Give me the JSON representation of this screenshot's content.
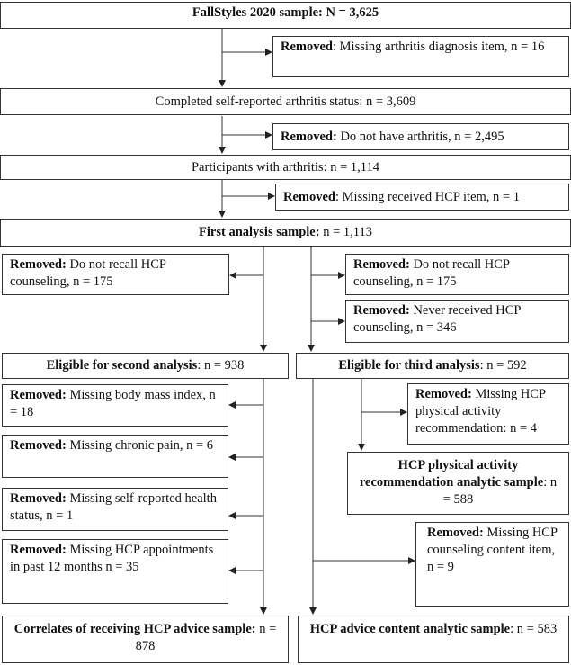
{
  "boxes": {
    "fallstyles": {
      "bold": "FallStyles 2020 sample: N = 3,625",
      "text": ""
    },
    "rm_arthritis_item": {
      "bold": "Removed",
      "text": ": Missing arthritis diagnosis item, n = 16"
    },
    "completed": {
      "bold": "",
      "text": "Completed self-reported arthritis status: n = 3,609"
    },
    "rm_no_arthritis": {
      "bold": "Removed:",
      "text": " Do not have arthritis, n = 2,495"
    },
    "with_arthritis": {
      "bold": "",
      "text": "Participants with arthritis: n = 1,114"
    },
    "rm_hcp_item": {
      "bold": "Removed",
      "text": ": Missing received HCP item, n = 1"
    },
    "first_sample": {
      "bold": "First analysis sample:",
      "text": " n = 1,113"
    },
    "rm_recall_left": {
      "bold": "Removed:",
      "text": " Do not recall HCP counseling, n = 175"
    },
    "rm_recall_right": {
      "bold": "Removed:",
      "text": " Do not recall HCP counseling, n = 175"
    },
    "rm_never": {
      "bold": "Removed:",
      "text": " Never received HCP counseling, n = 346"
    },
    "eligible_second": {
      "bold": "Eligible for second analysis",
      "text": ": n = 938"
    },
    "eligible_third": {
      "bold": "Eligible for third analysis",
      "text": ": n = 592"
    },
    "rm_bmi": {
      "bold": "Removed:",
      "text": " Missing body mass index, n = 18"
    },
    "rm_pa_rec": {
      "bold": "Removed:",
      "text": " Missing HCP physical activity recommendation: n = 4"
    },
    "rm_pain": {
      "bold": "Removed:",
      "text": " Missing chronic pain, n = 6"
    },
    "pa_sample": {
      "bold": "HCP physical activity recommendation analytic sample",
      "text": ": n = 588"
    },
    "rm_health": {
      "bold": "Removed:",
      "text": " Missing self-reported health status, n = 1"
    },
    "rm_appts": {
      "bold": "Removed:",
      "text": " Missing HCP appointments in past 12 months n = 35"
    },
    "rm_content": {
      "bold": "Removed:",
      "text": " Missing HCP counseling content item, n = 9"
    },
    "correlates": {
      "bold": "Correlates of receiving HCP advice sample:",
      "text": " n = 878"
    },
    "content_sample": {
      "bold": "HCP advice content analytic sample",
      "text": ": n = 583"
    }
  }
}
